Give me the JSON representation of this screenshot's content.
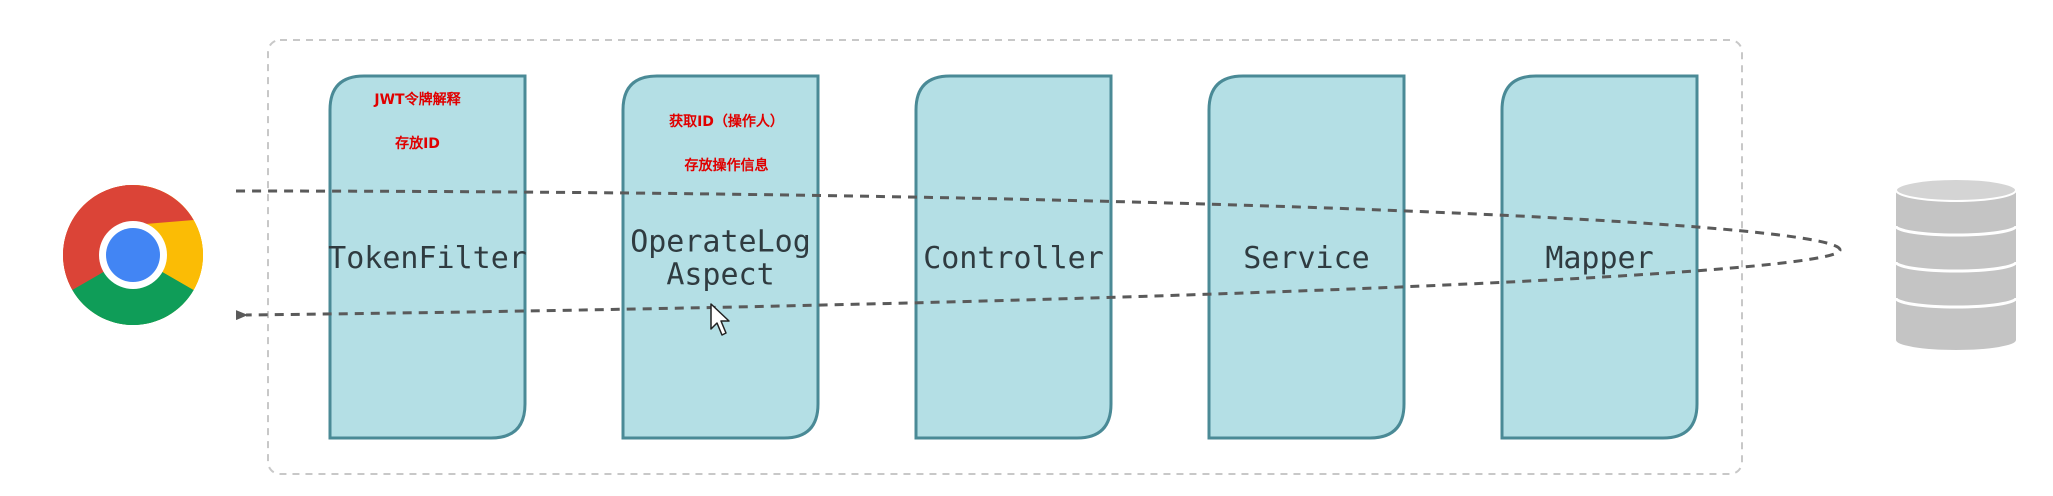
{
  "colors": {
    "layer_fill": "#b4dfe5",
    "layer_stroke": "#4a8a96",
    "note_text": "#e00000",
    "arrow": "#5a5a5a",
    "container_border": "#c8c8c8",
    "database": "#c4c4c4"
  },
  "layers": [
    {
      "label_lines": [
        "TokenFilter"
      ],
      "notes": [
        "JWT令牌解释",
        "存放ID"
      ]
    },
    {
      "label_lines": [
        "OperateLog",
        "Aspect"
      ],
      "notes": [
        "获取ID（操作人）",
        "存放操作信息"
      ]
    },
    {
      "label_lines": [
        "Controller"
      ],
      "notes": []
    },
    {
      "label_lines": [
        "Service"
      ],
      "notes": []
    },
    {
      "label_lines": [
        "Mapper"
      ],
      "notes": []
    }
  ],
  "icons": {
    "client": "chrome-browser-icon",
    "storage": "database-icon",
    "pointer": "mouse-cursor-icon"
  }
}
